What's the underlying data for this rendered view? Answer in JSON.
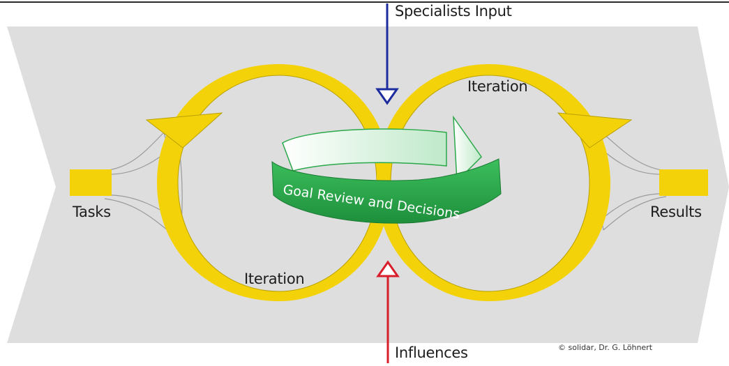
{
  "labels": {
    "specialists_input": "Specialists Input",
    "influences": "Influences",
    "tasks": "Tasks",
    "results": "Results",
    "iteration_upper": "Iteration",
    "iteration_lower": "Iteration",
    "goal_band": "Goal Review and Decisions",
    "credit": "© solidar, Dr. G. Löhnert"
  },
  "colors": {
    "background_band": "#dedede",
    "loop_yellow": "#f4d20a",
    "goal_green": "#2aa84a",
    "input_arrow": "#1c2b9e",
    "influence_arrow": "#d81e2a"
  }
}
